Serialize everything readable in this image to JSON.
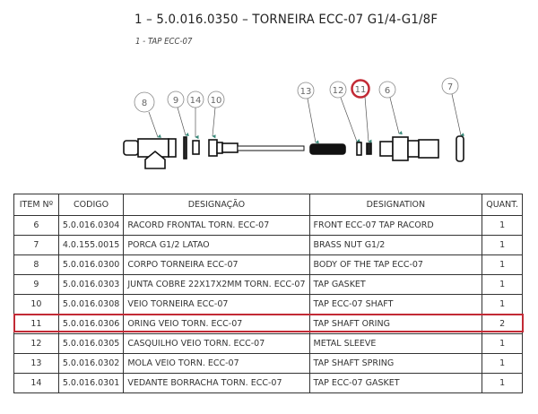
{
  "header": {
    "title": "1 – 5.0.016.0350 – TORNEIRA ECC-07 G1/4-G1/8F",
    "subtitle": "1 - TAP ECC-07"
  },
  "diagram": {
    "callouts": [
      {
        "label": "8",
        "highlighted": false
      },
      {
        "label": "9",
        "highlighted": false
      },
      {
        "label": "14",
        "highlighted": false
      },
      {
        "label": "10",
        "highlighted": false
      },
      {
        "label": "13",
        "highlighted": false
      },
      {
        "label": "12",
        "highlighted": false
      },
      {
        "label": "11",
        "highlighted": true
      },
      {
        "label": "6",
        "highlighted": false
      },
      {
        "label": "7",
        "highlighted": false
      }
    ],
    "highlight_color": "#c22a35",
    "leader_color": "#3a8a7a"
  },
  "table": {
    "headers": [
      "ITEM Nº",
      "CODIGO",
      "DESIGNAÇÃO",
      "DESIGNATION",
      "QUANT."
    ],
    "rows": [
      {
        "item": "6",
        "code": "5.0.016.0304",
        "designacao": "RACORD FRONTAL TORN. ECC-07",
        "designation": "FRONT ECC-07 TAP RACORD",
        "qty": "1"
      },
      {
        "item": "7",
        "code": "4.0.155.0015",
        "designacao": "PORCA G1/2 LATAO",
        "designation": "BRASS NUT G1/2",
        "qty": "1"
      },
      {
        "item": "8",
        "code": "5.0.016.0300",
        "designacao": "CORPO TORNEIRA ECC-07",
        "designation": "BODY OF THE TAP ECC-07",
        "qty": "1"
      },
      {
        "item": "9",
        "code": "5.0.016.0303",
        "designacao": "JUNTA COBRE 22X17X2MM TORN. ECC-07",
        "designation": "TAP GASKET",
        "qty": "1"
      },
      {
        "item": "10",
        "code": "5.0.016.0308",
        "designacao": "VEIO TORNEIRA ECC-07",
        "designation": "TAP ECC-07 SHAFT",
        "qty": "1"
      },
      {
        "item": "11",
        "code": "5.0.016.0306",
        "designacao": "ORING VEIO TORN. ECC-07",
        "designation": "TAP SHAFT ORING",
        "qty": "2"
      },
      {
        "item": "12",
        "code": "5.0.016.0305",
        "designacao": "CASQUILHO VEIO TORN. ECC-07",
        "designation": "METAL SLEEVE",
        "qty": "1"
      },
      {
        "item": "13",
        "code": "5.0.016.0302",
        "designacao": "MOLA VEIO TORN. ECC-07",
        "designation": "TAP SHAFT SPRING",
        "qty": "1"
      },
      {
        "item": "14",
        "code": "5.0.016.0301",
        "designacao": "VEDANTE BORRACHA TORN. ECC-07",
        "designation": "TAP ECC-07 GASKET",
        "qty": "1"
      }
    ],
    "highlighted_item": "11"
  }
}
